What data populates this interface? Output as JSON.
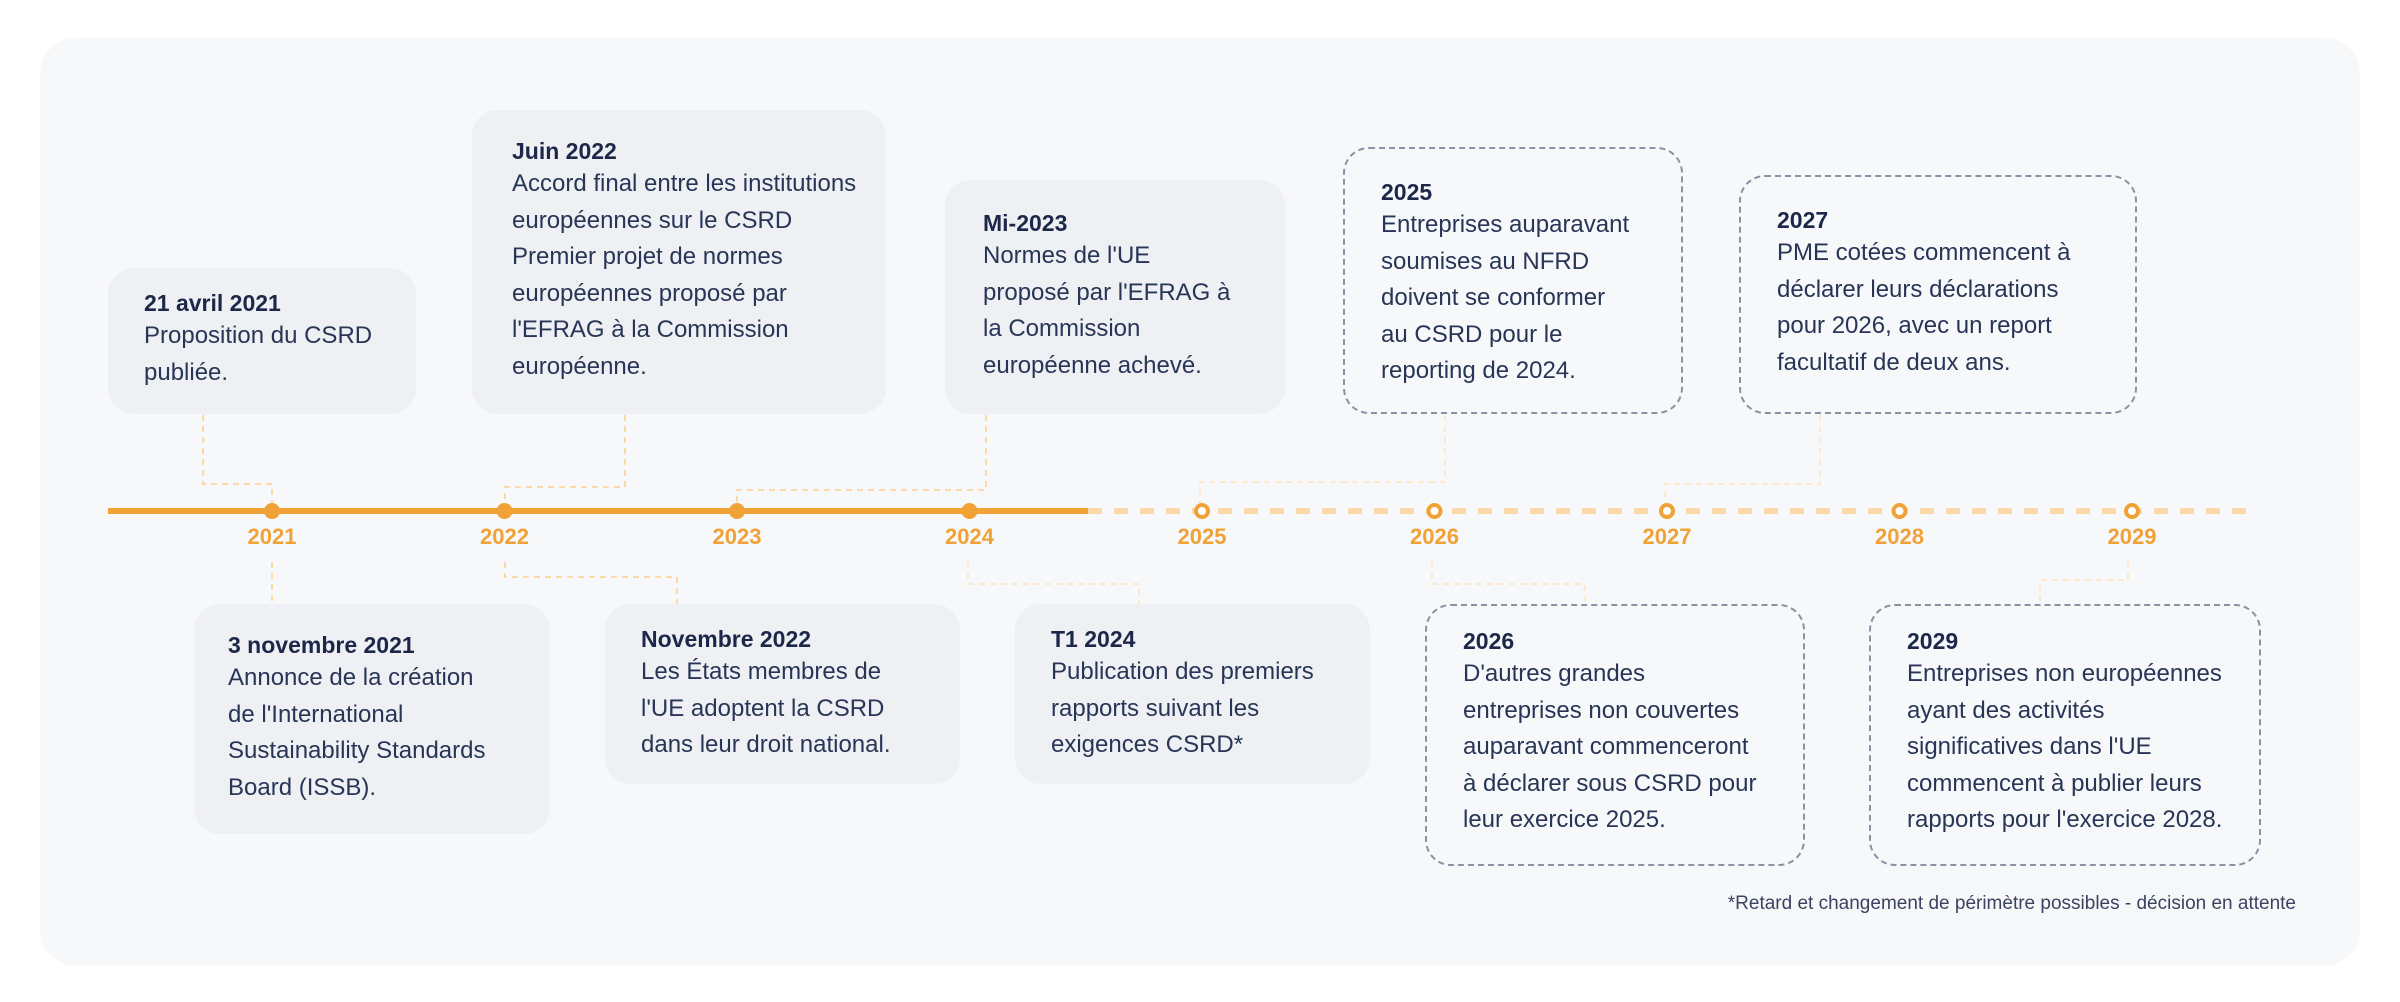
{
  "colors": {
    "accent": "#f0a236",
    "accent_light": "#fbd9a8",
    "text_dark": "#1d2749",
    "card_bg": "#eef0f4",
    "panel_bg": "#f7f8fa",
    "dashed_border": "#8b92a3"
  },
  "years": [
    {
      "label": "2021",
      "state": "past"
    },
    {
      "label": "2022",
      "state": "past"
    },
    {
      "label": "2023",
      "state": "past"
    },
    {
      "label": "2024",
      "state": "past"
    },
    {
      "label": "2025",
      "state": "future"
    },
    {
      "label": "2026",
      "state": "future"
    },
    {
      "label": "2027",
      "state": "future"
    },
    {
      "label": "2028",
      "state": "future"
    },
    {
      "label": "2029",
      "state": "future"
    }
  ],
  "events": {
    "above": [
      {
        "date": "21 avril 2021",
        "text": "Proposition du CSRD\npubliée.",
        "style": "past"
      },
      {
        "date": "Juin 2022",
        "text": "Accord final entre les institutions\neuropéennes sur le CSRD\nPremier projet de normes\neuropéennes proposé par\nl'EFRAG à la Commission\neuropéenne.",
        "style": "past"
      },
      {
        "date": "Mi-2023",
        "text": "Normes de l'UE\nproposé par l'EFRAG à\nla Commission\neuropéenne achevé.",
        "style": "past"
      },
      {
        "date": "2025",
        "text": "Entreprises auparavant\nsoumises au NFRD\ndoivent se conformer\nau CSRD pour le\nreporting de 2024.",
        "style": "future"
      },
      {
        "date": "2027",
        "text": "PME cotées commencent à\ndéclarer leurs déclarations\npour 2026, avec un report\nfacultatif de deux ans.",
        "style": "future"
      }
    ],
    "below": [
      {
        "date": "3 novembre 2021",
        "text": "Annonce de la création\nde l'International\nSustainability Standards\nBoard (ISSB).",
        "style": "past"
      },
      {
        "date": "Novembre 2022",
        "text": "Les États membres de\nl'UE adoptent la CSRD\ndans leur droit national.",
        "style": "past"
      },
      {
        "date": "T1 2024",
        "text": "Publication des premiers\nrapports suivant les\nexigences CSRD*",
        "style": "past"
      },
      {
        "date": "2026",
        "text": "D'autres grandes\nentreprises non couvertes\nauparavant commenceront\nà déclarer sous CSRD pour\nleur exercice 2025.",
        "style": "future"
      },
      {
        "date": "2029",
        "text": "Entreprises non européennes\nayant des activités\nsignificatives dans l'UE\ncommencent à publier leurs\nrapports pour l'exercice 2028.",
        "style": "future"
      }
    ]
  },
  "footnote": "*Retard et changement de périmètre possibles - décision en attente"
}
